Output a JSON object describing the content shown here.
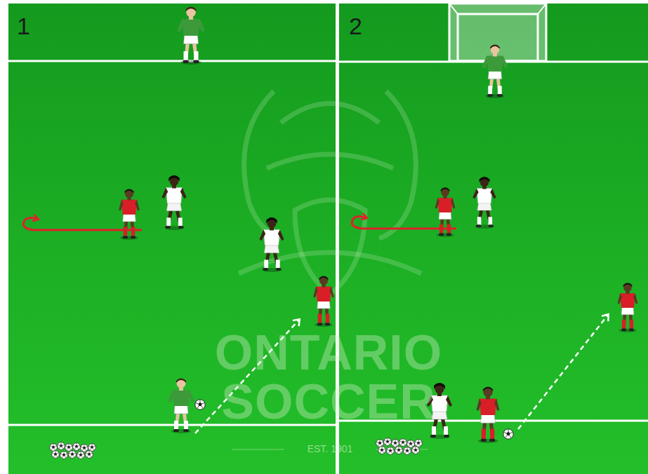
{
  "diagram": {
    "labels": [
      "1",
      "2",
      "ONTARIO SOCCER",
      "EST. 1901"
    ]
  }
}
